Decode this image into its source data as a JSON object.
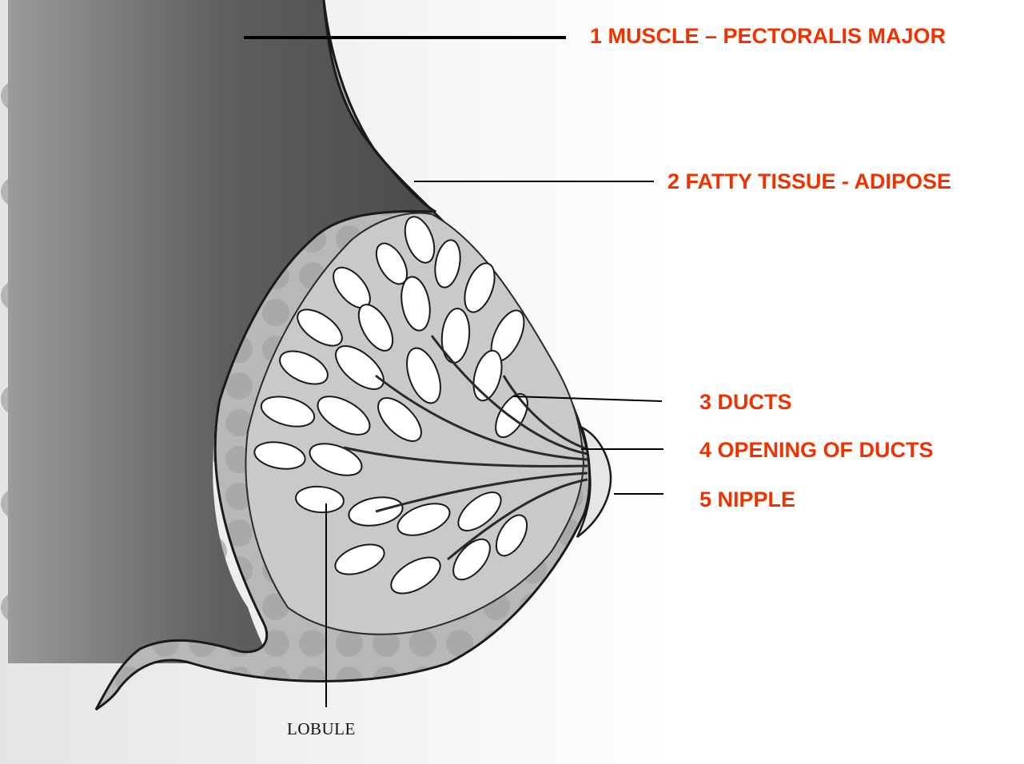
{
  "labels": {
    "muscle": "1 MUSCLE – PECTORALIS MAJOR",
    "fatty_tissue": "2 FATTY TISSUE - ADIPOSE",
    "ducts": "3 DUCTS",
    "opening_of_ducts": "4 OPENING OF DUCTS",
    "nipple": "5 NIPPLE",
    "lobule": "LOBULE"
  },
  "colors": {
    "label_color": "#ee3300",
    "line_color": "#000000",
    "muscle_shade": "#5a5a5a",
    "fat_shade": "#bdbdbd",
    "gland_fill": "#ffffff"
  }
}
